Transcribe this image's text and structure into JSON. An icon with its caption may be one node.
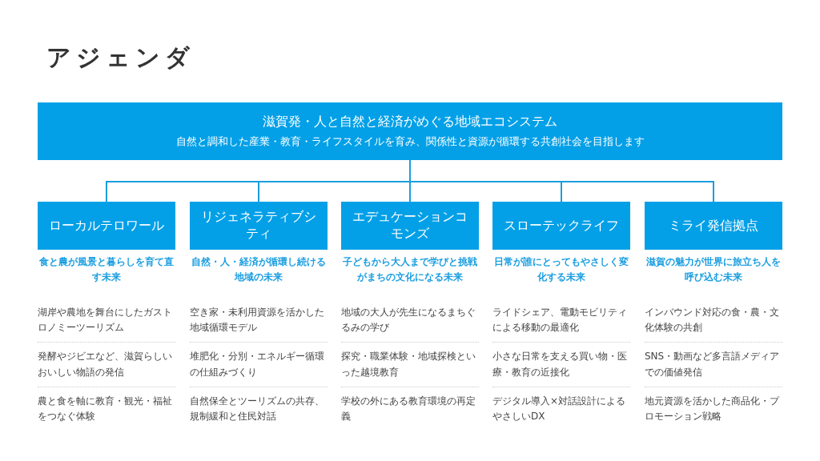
{
  "diagram": {
    "title": "アジェンダ",
    "nodes": [
      {
        "text": [
          "滋賀発・人と自然と経済がめぐる地域エコシステム",
          "自然と調和した産業・教育・ライフスタイルを育み、関係性と資源が循環する共創社会を目指します"
        ]
      },
      {
        "text": [
          "ローカルテロワール"
        ],
        "beside": [
          "食と農が風景と暮らしを育て直す未来",
          "湖岸や農地を舞台にしたガストロノミーツーリズム",
          "発酵やジビエなど、滋賀らしいおいしい物語の発信",
          "農と食を軸に教育・観光・福祉をつなぐ体験"
        ]
      },
      {
        "text": [
          "リジェネラティブシティ"
        ],
        "beside": [
          "自然・人・経済が循環し続ける地域の未来",
          "空き家・未利用資源を活かした地域循環モデル",
          "堆肥化・分別・エネルギー循環の仕組みづくり",
          "自然保全とツーリズムの共存、規制緩和と住民対話"
        ]
      },
      {
        "text": [
          "エデュケーションコモンズ"
        ],
        "beside": [
          "子どもから大人まで学びと挑戦がまちの文化になる未来",
          "地域の大人が先生になるまちぐるみの学び",
          "探究・職業体験・地域探検といった越境教育",
          "学校の外にある教育環境の再定義"
        ]
      },
      {
        "text": [
          "スローテックライフ"
        ],
        "beside": [
          "日常が誰にとってもやさしく変化する未来",
          "ライドシェア、電動モビリティによる移動の最適化",
          "小さな日常を支える買い物・医療・教育の近接化",
          "デジタル導入×対話設計によるやさしいDX"
        ]
      },
      {
        "text": [
          "ミライ発信拠点"
        ],
        "beside": [
          "滋賀の魅力が世界に旅立ち人を呼び込む未来",
          "インバウンド対応の食・農・文化体験の共創",
          "SNS・動画など多言語メディアでの価値発信",
          "地元資源を活かした商品化・プロモーション戦略"
        ]
      }
    ],
    "edges": [
      {
        "from": 0,
        "to": 1,
        "arrow": "none"
      },
      {
        "from": 0,
        "to": 2,
        "arrow": "none"
      },
      {
        "from": 0,
        "to": 3,
        "arrow": "none"
      },
      {
        "from": 0,
        "to": 4,
        "arrow": "none"
      },
      {
        "from": 0,
        "to": 5,
        "arrow": "none"
      }
    ]
  }
}
